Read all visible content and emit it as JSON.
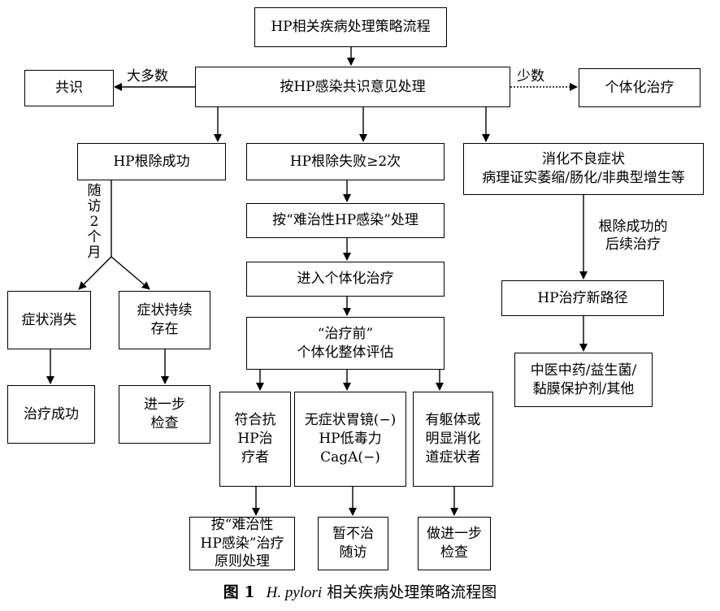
{
  "nodes": {
    "root": "HP相关疾病处理策略流程",
    "consensus_proc": "按HP感染共识意见处理",
    "consensus": "共识",
    "individual": "个体化治疗",
    "eradication_success": "HP根除成功",
    "eradication_fail": "HP根除失败≥2次",
    "dyspepsia": "消化不良症状\n病理证实萎缩/肠化/非典型增生等",
    "symptom_gone": "症状消失",
    "symptom_persist": "症状持续\n存在",
    "treat_success": "治疗成功",
    "further_check": "进一步\n检查",
    "refractory": "按“难治性HP感染”处理",
    "enter_individual": "进入个体化治疗",
    "pre_eval": "“治疗前”\n个体化整体评估",
    "eligible": "符合抗\nHP治\n疗者",
    "asymptomatic": "无症状胃镜(−)\nHP低毒力\nCagA(−)",
    "body_symptom": "有躯体或\n明显消化\n道症状者",
    "refractory_principle": "按“难治性\nHP感染”治疗\n原则处理",
    "no_treat": "暂不治\n随访",
    "further_check2": "做进一步\n检查",
    "new_path": "HP治疗新路径",
    "tcm": "中医中药/益生菌/\n黏膜保护剂/其他"
  },
  "edge_labels": {
    "majority": "大多数",
    "minority": "少数",
    "followup": "随\n访\n2\n个\n月",
    "post_eradication": "根除成功的\n后续治疗"
  },
  "caption": {
    "figure": "图 1",
    "italic": "H. pylori",
    "text": "相关疾病处理策略流程图"
  }
}
